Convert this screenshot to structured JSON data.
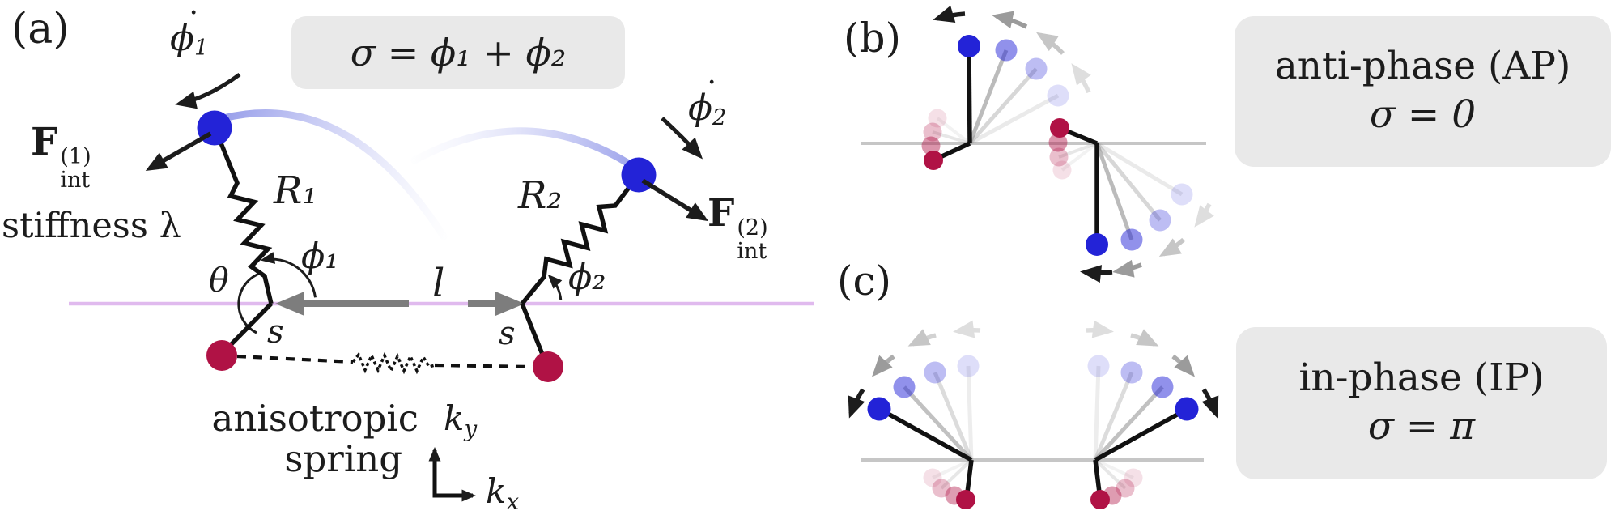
{
  "colors": {
    "blue_bead": "#2323d7",
    "red_bead": "#b01245",
    "baseline_purple": "#d9a9ea",
    "baseline_gray": "#c6c6c6",
    "length_arrow_gray": "#7d7d7d",
    "ghost_arm_gray": "#8f8f8f",
    "trail_blue": "#939ae9",
    "callout_bg": "#e9e9e9",
    "ink": "#1c1c1c"
  },
  "panel_a": {
    "label": "(a)",
    "formula": "σ = ϕ₁ + ϕ₂",
    "stiffness_label": "stiffness λ",
    "arm1_label": "R₁",
    "arm2_label": "R₂",
    "theta_label": "θ",
    "phi1_label": "ϕ₁",
    "phi2_label": "ϕ₂",
    "l_label": "l",
    "s1_label": "s",
    "s2_label": "s",
    "phidot1": {
      "main": "ϕ",
      "dot": "˙",
      "sub": "1"
    },
    "phidot2": {
      "main": "ϕ",
      "dot": "˙",
      "sub": "2"
    },
    "force1": {
      "base": "F",
      "sup": "(1)",
      "sub": "int"
    },
    "force2": {
      "base": "F",
      "sup": "(2)",
      "sub": "int"
    },
    "aniso_line1": "anisotropic",
    "aniso_line2": "spring",
    "ky": {
      "main": "k",
      "sub": "y"
    },
    "kx": {
      "main": "k",
      "sub": "x"
    }
  },
  "panel_b": {
    "label": "(b)",
    "caption_line1": "anti-phase (AP)",
    "caption_line2": "σ = 0"
  },
  "panel_c": {
    "label": "(c)",
    "caption_line1": "in-phase (IP)",
    "caption_line2": "σ = π"
  }
}
